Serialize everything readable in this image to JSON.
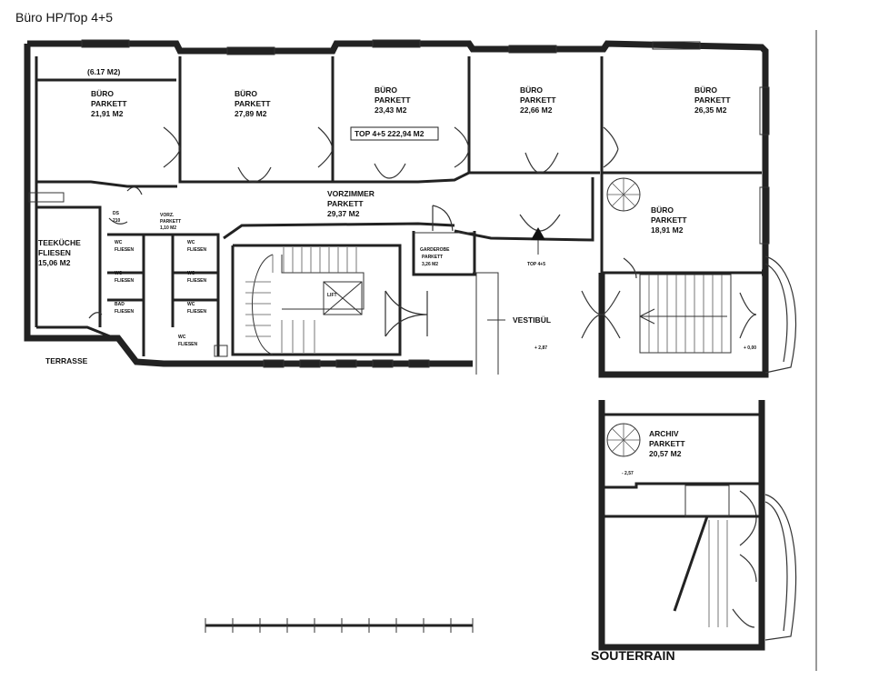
{
  "title": "Büro HP/Top 4+5",
  "rooms": {
    "buero1": {
      "area_note": "(6.17 M2)",
      "name": "BÜRO",
      "floor": "PARKETT",
      "area": "21,91 M2"
    },
    "buero2": {
      "name": "BÜRO",
      "floor": "PARKETT",
      "area": "27,89 M2"
    },
    "buero3": {
      "name": "BÜRO",
      "floor": "PARKETT",
      "area": "23,43 M2"
    },
    "buero4": {
      "name": "BÜRO",
      "floor": "PARKETT",
      "area": "22,66 M2"
    },
    "buero5": {
      "name": "BÜRO",
      "floor": "PARKETT",
      "area": "26,35 M2"
    },
    "buero6": {
      "name": "BÜRO",
      "floor": "PARKETT",
      "area": "18,91 M2"
    },
    "vorzimmer": {
      "name": "VORZIMMER",
      "floor": "PARKETT",
      "area": "29,37 M2"
    },
    "teekueche": {
      "name": "TEEKÜCHE",
      "floor": "FLIESEN",
      "area": "15,06 M2"
    },
    "garderobe": {
      "name": "GARDEROBE",
      "floor": "PARKETT",
      "area": "3,26 M2"
    },
    "archiv": {
      "name": "ARCHIV",
      "floor": "PARKETT",
      "area": "20,57 M2"
    }
  },
  "summary_box": "TOP 4+5   222,94 M2",
  "labels": {
    "terrasse": "TERRASSE",
    "vestibuel": "VESTIBÜL",
    "lift": "LIFT",
    "souterrain": "SOUTERRAIN",
    "top45": "TOP 4+5",
    "vorzimmer_small": "VORZ.",
    "vorzimmer_small_parkett": "PARKETT",
    "vorzimmer_small_area": "1,10 M2",
    "wc": "WC",
    "fliesen": "FLIESEN",
    "bad": "BAD",
    "ds": "DS",
    "height_210": "210",
    "level_1": "+ 2,87",
    "level_2": "+ 0,00",
    "level_3": "- 2,57"
  }
}
